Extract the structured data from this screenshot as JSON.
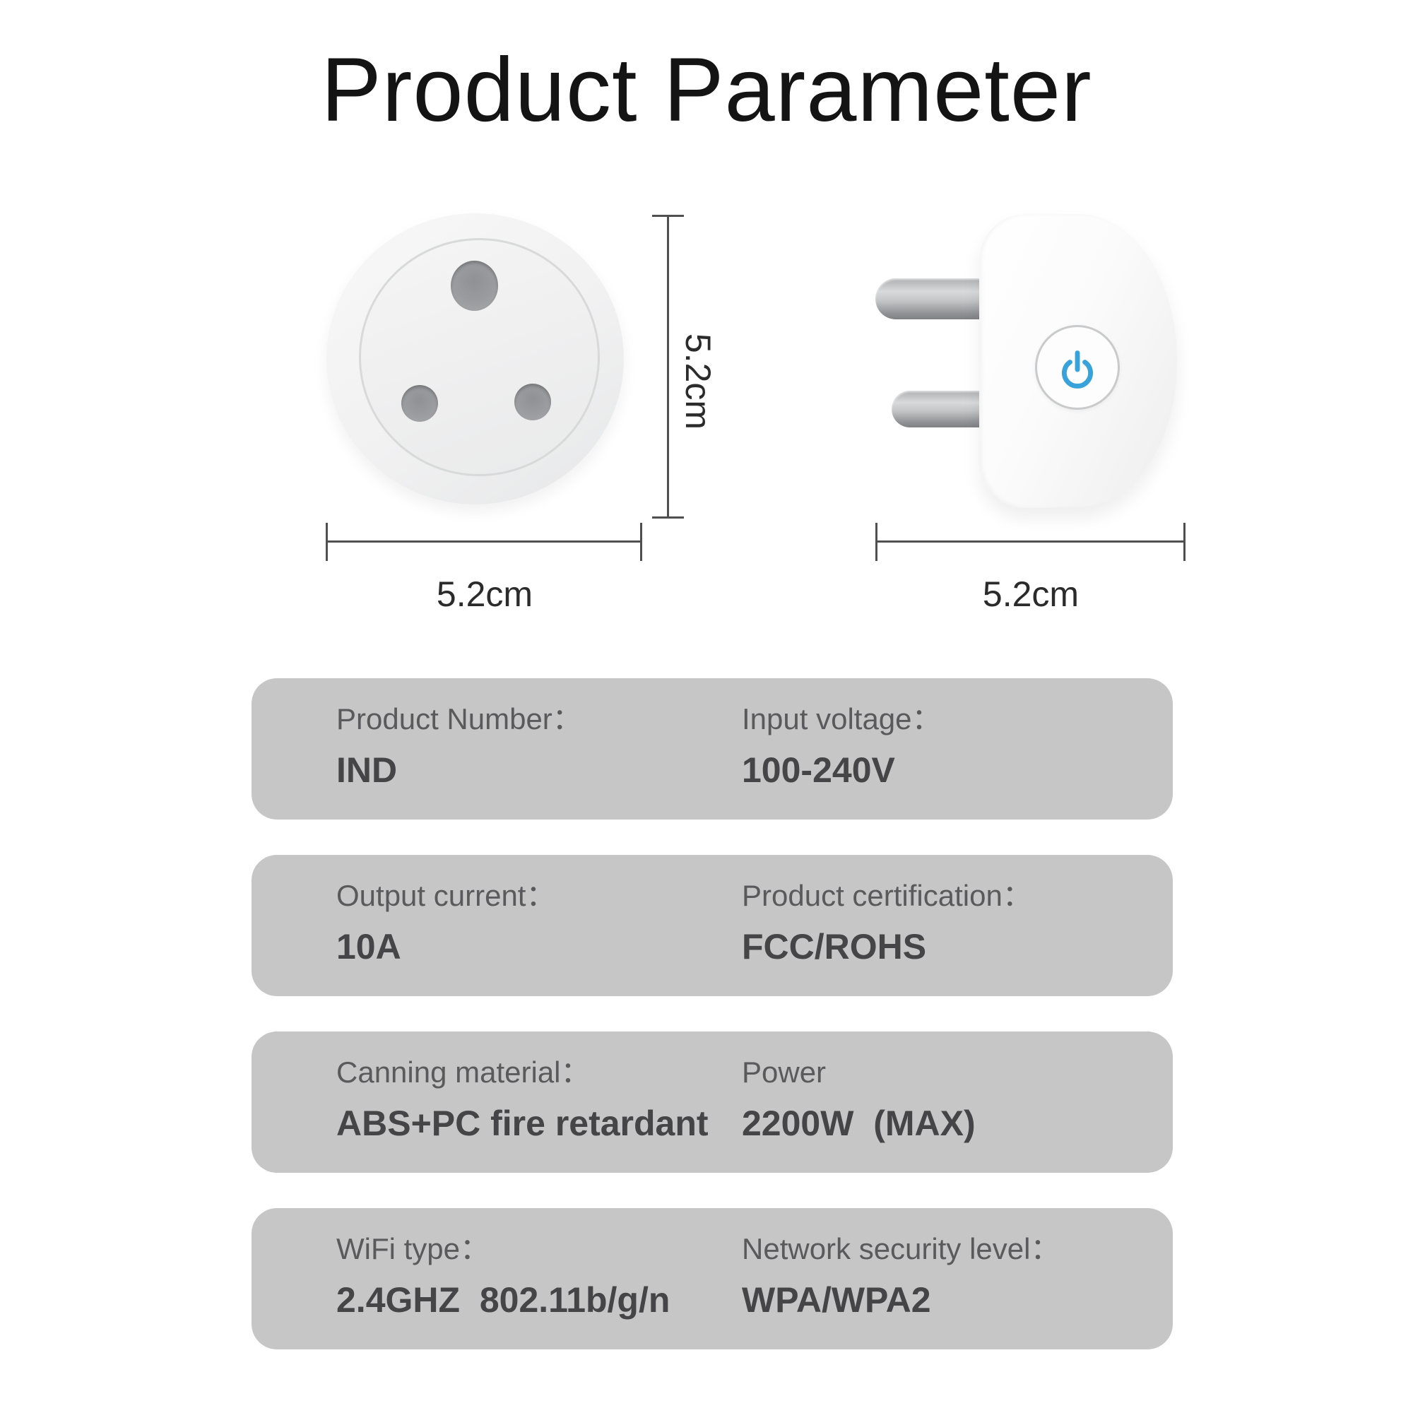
{
  "title": "Product Parameter",
  "front_view": {
    "height_dim_label": "5.2cm",
    "width_dim_label": "5.2cm"
  },
  "side_view": {
    "width_dim_label": "5.2cm"
  },
  "icons": {
    "power_button": "power-icon"
  },
  "colors": {
    "accent_blue": "#38a3da",
    "spec_box_gray": "#c6c6c7",
    "spec_label_text": "#5a5a5c",
    "spec_value_text": "#454547",
    "dimension_line": "#4f4f4f",
    "title_text": "#141414"
  },
  "specs": [
    {
      "left": {
        "label": "Product Number：",
        "value": "IND"
      },
      "right": {
        "label": "Input voltage：",
        "value": "100-240V"
      }
    },
    {
      "left": {
        "label": "Output current：",
        "value": "10A"
      },
      "right": {
        "label": "Product certification：",
        "value": "FCC/ROHS"
      }
    },
    {
      "left": {
        "label": "Canning material：",
        "value": "ABS+PC fire retardant"
      },
      "right": {
        "label": "Power",
        "value": "2200W  (MAX)"
      }
    },
    {
      "left": {
        "label": "WiFi type：",
        "value": "2.4GHZ  802.11b/g/n"
      },
      "right": {
        "label": "Network security level：",
        "value": "WPA/WPA2"
      }
    }
  ]
}
